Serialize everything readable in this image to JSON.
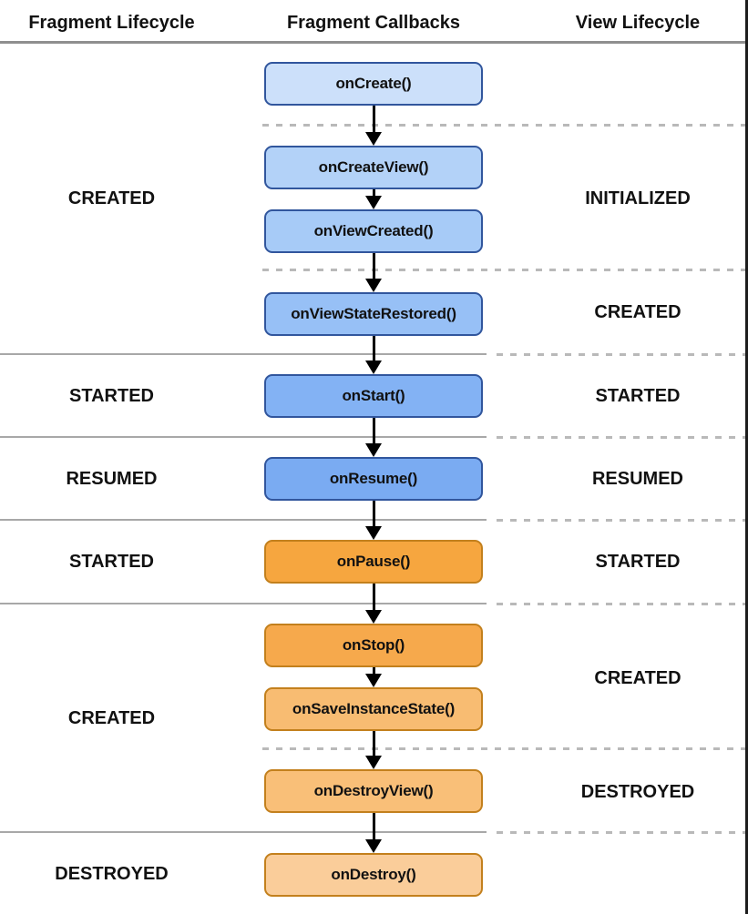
{
  "diagram": {
    "header": {
      "col_fragment_lifecycle": "Fragment Lifecycle",
      "col_fragment_callbacks": "Fragment Callbacks",
      "col_view_lifecycle": "View Lifecycle"
    },
    "callbacks": [
      {
        "label": "onCreate()",
        "fill": "#CCE0FA",
        "border": "#31569D"
      },
      {
        "label": "onCreateView()",
        "fill": "#B3D2F8",
        "border": "#31569D"
      },
      {
        "label": "onViewCreated()",
        "fill": "#A7CBF7",
        "border": "#31569D"
      },
      {
        "label": "onViewStateRestored()",
        "fill": "#97C0F6",
        "border": "#31569D"
      },
      {
        "label": "onStart()",
        "fill": "#83B2F4",
        "border": "#31569D"
      },
      {
        "label": "onResume()",
        "fill": "#7AABF2",
        "border": "#31569D"
      },
      {
        "label": "onPause()",
        "fill": "#F6A63F",
        "border": "#C3801D"
      },
      {
        "label": "onStop()",
        "fill": "#F6A94C",
        "border": "#C3801D"
      },
      {
        "label": "onSaveInstanceState()",
        "fill": "#F8BC72",
        "border": "#C3801D"
      },
      {
        "label": "onDestroyView()",
        "fill": "#F9BF78",
        "border": "#C3801D"
      },
      {
        "label": "onDestroy()",
        "fill": "#FACD9A",
        "border": "#C3801D"
      }
    ],
    "fragment_states": [
      {
        "label": "CREATED"
      },
      {
        "label": "STARTED"
      },
      {
        "label": "RESUMED"
      },
      {
        "label": "STARTED"
      },
      {
        "label": "CREATED"
      },
      {
        "label": "DESTROYED"
      }
    ],
    "view_states": [
      {
        "label": "INITIALIZED"
      },
      {
        "label": "CREATED"
      },
      {
        "label": "STARTED"
      },
      {
        "label": "RESUMED"
      },
      {
        "label": "STARTED"
      },
      {
        "label": "CREATED"
      },
      {
        "label": "DESTROYED"
      }
    ],
    "colors": {
      "blue_lightest": "#CCE0FA",
      "blue_strongest": "#7AABF2",
      "blue_border": "#31569D",
      "orange_strong": "#F6A63F",
      "orange_lightest": "#FACD9A",
      "orange_border": "#C3801D",
      "solid_line": "#A8A8A8",
      "dashed_line": "#B9B9B9",
      "arrow": "#000000",
      "text": "#111111"
    }
  }
}
